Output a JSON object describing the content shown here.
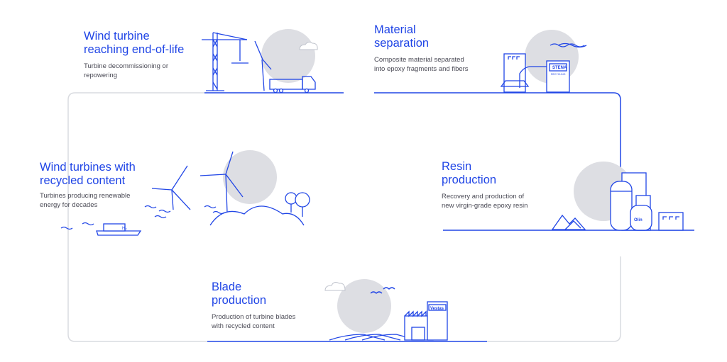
{
  "stages": [
    {
      "title_line1": "Wind turbine",
      "title_line2": "reaching end-of-life",
      "desc_line1": "Turbine decommissioning or",
      "desc_line2": "repowering"
    },
    {
      "title_line1": "Material",
      "title_line2": "separation",
      "desc_line1": "Composite material separated",
      "desc_line2": "into epoxy fragments and fibers"
    },
    {
      "title_line1": "Wind turbines with",
      "title_line2": "recycled content",
      "desc_line1": "Turbines producing renewable",
      "desc_line2": "energy for decades"
    },
    {
      "title_line1": "Resin",
      "title_line2": "production",
      "desc_line1": "Recovery and production of",
      "desc_line2": "new virgin-grade epoxy resin"
    },
    {
      "title_line1": "Blade",
      "title_line2": "production",
      "desc_line1": "Production of turbine blades",
      "desc_line2": "with recycled content"
    }
  ],
  "logos": {
    "stena_line1": "STENA",
    "stena_line2": "RECYCLING",
    "olin": "Olin",
    "vestas": "Vestas",
    "boat": "H₂"
  },
  "colors": {
    "primary": "#2146E6",
    "loop": "#D9DBE0",
    "sun": "#DDDEE3"
  }
}
